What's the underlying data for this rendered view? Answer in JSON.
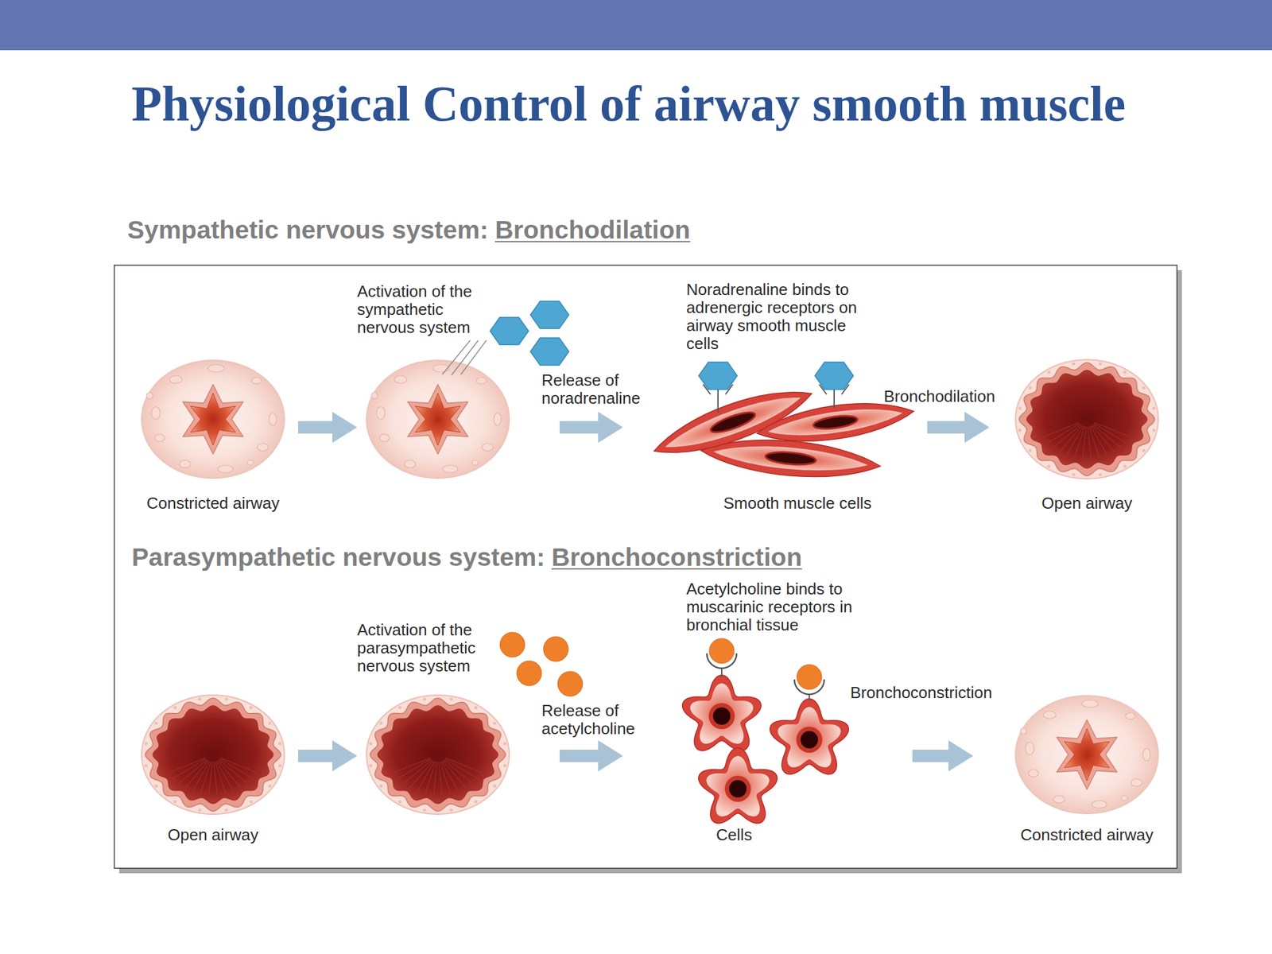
{
  "diagram": {
    "title": "Physiological Control of airway smooth muscle",
    "nodes": [
      {
        "text": [
          "Constricted airway"
        ]
      },
      {
        "text": [
          "Activation of the sympathetic nervous system"
        ]
      },
      {
        "text": [
          "Noradrenaline binds to adrenergic receptors on airway smooth muscle cells",
          "Smooth muscle cells"
        ]
      },
      {
        "text": [
          "Open airway"
        ]
      },
      {
        "text": [
          "Open airway"
        ]
      },
      {
        "text": [
          "Activation of the parasympathetic nervous system"
        ]
      },
      {
        "text": [
          "Acetylcholine binds to muscarinic receptors in bronchial tissue",
          "Cells"
        ]
      },
      {
        "text": [
          "Constricted airway"
        ]
      }
    ],
    "edges": [
      {
        "from": 0,
        "to": 1,
        "arrow": "to"
      },
      {
        "from": 1,
        "to": 2,
        "label": "Release of noradrenaline",
        "arrow": "to"
      },
      {
        "from": 2,
        "to": 3,
        "label": "Bronchodilation",
        "arrow": "to"
      },
      {
        "from": 4,
        "to": 5,
        "arrow": "to"
      },
      {
        "from": 5,
        "to": 6,
        "label": "Release of acetylcholine",
        "arrow": "to"
      },
      {
        "from": 6,
        "to": 7,
        "label": "Bronchoconstriction",
        "arrow": "to"
      }
    ],
    "labels": [
      "Sympathetic nervous system:",
      "Bronchodilation",
      "Parasympathetic nervous system:",
      "Bronchoconstriction"
    ]
  }
}
